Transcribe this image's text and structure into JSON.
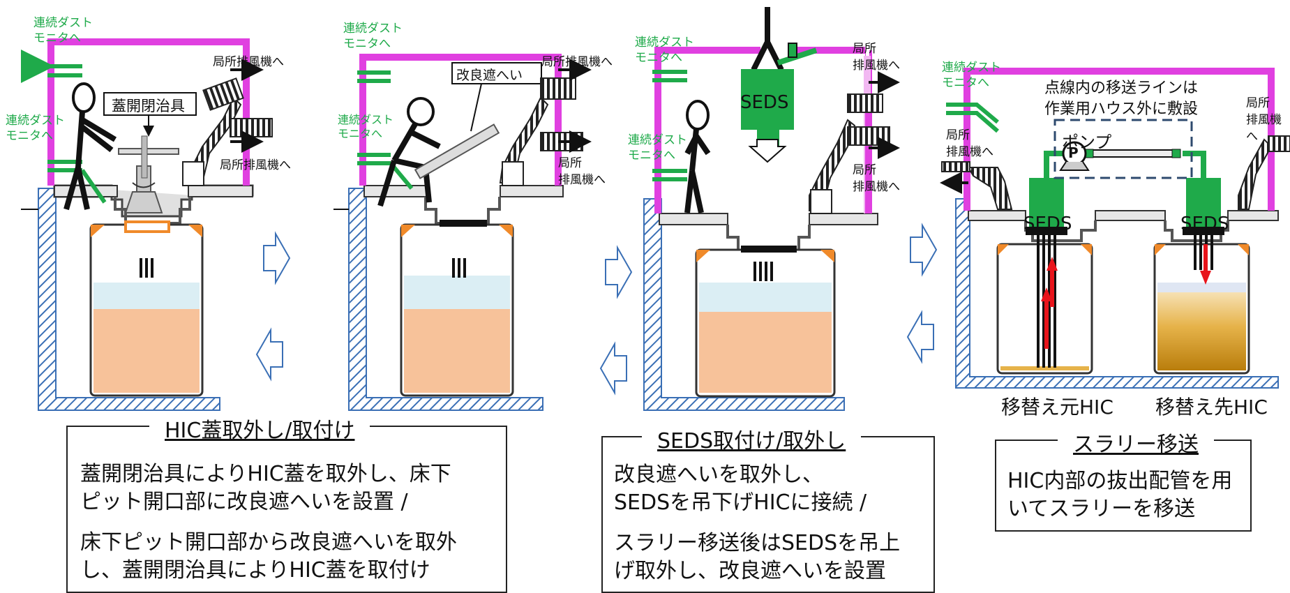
{
  "labels": {
    "dust_monitor_a": "連続ダスト",
    "dust_monitor_b": "モニタへ",
    "exhaust_short": "局所排風機へ",
    "exhaust_a": "局所",
    "exhaust_b": "排風機へ",
    "lid_tool": "蓋開閉治具",
    "shield": "改良遮へい",
    "seds": "SEDS",
    "pump": "ポンプ",
    "dotted_note_1": "点線内の移送ラインは",
    "dotted_note_2": "作業用ハウス外に敷設",
    "pump_symbol": "P",
    "source_hic": "移替え元HIC",
    "dest_hic": "移替え先HIC"
  },
  "boxes": {
    "hic_lid": {
      "title": "HIC蓋取外し/取付け",
      "lines": [
        "蓋開閉治具によりHIC蓋を取外し、床下",
        "ピット開口部に改良遮へいを設置 /",
        "床下ピット開口部から改良遮へいを取外",
        "し、蓋開閉治具によりHIC蓋を取付け"
      ]
    },
    "seds": {
      "title": "SEDS取付け/取外し",
      "lines": [
        "改良遮へいを取外し、",
        "SEDSを吊下げHICに接続 /",
        "スラリー移送後はSEDSを吊上",
        "げ取外し、改良遮へいを設置"
      ]
    },
    "slurry": {
      "title": "スラリー移送",
      "lines": [
        "HIC内部の抜出配管を用",
        "いてスラリーを移送"
      ]
    }
  },
  "colors": {
    "duct": "#e040e0",
    "duct_light": "#f2b8f2",
    "green": "#1faa4a",
    "slurry": "#f7c29a",
    "water": "#dbeef4",
    "hatch": "#3a6fb5",
    "flange": "#f08a2a",
    "red_arrow": "#e8141b"
  }
}
